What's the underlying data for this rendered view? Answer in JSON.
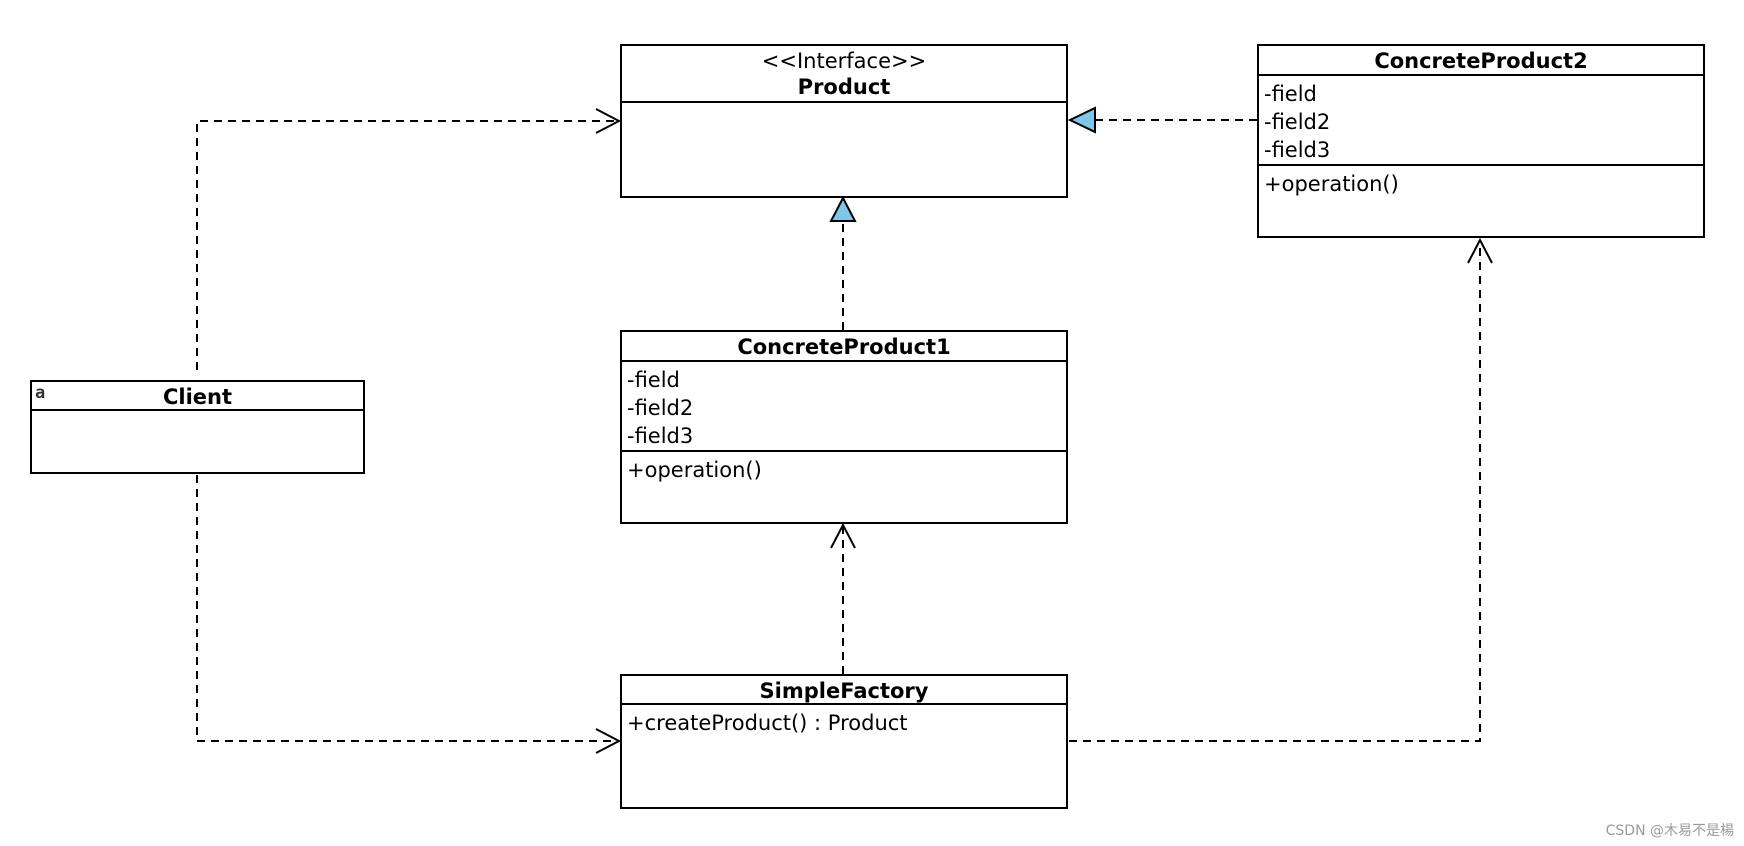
{
  "diagram": {
    "classes": {
      "product": {
        "stereotype": "<<Interface>>",
        "name": "Product"
      },
      "concrete_product_2": {
        "name": "ConcreteProduct2",
        "attributes": [
          "-field",
          "-field2",
          "-field3"
        ],
        "operations": [
          "+operation()"
        ]
      },
      "concrete_product_1": {
        "name": "ConcreteProduct1",
        "attributes": [
          "-field",
          "-field2",
          "-field3"
        ],
        "operations": [
          "+operation()"
        ]
      },
      "client": {
        "icon": "a",
        "name": "Client"
      },
      "simple_factory": {
        "name": "SimpleFactory",
        "operations": [
          "+createProduct() : Product"
        ]
      }
    },
    "relationships": [
      {
        "from": "Client",
        "to": "Product",
        "type": "dependency"
      },
      {
        "from": "Client",
        "to": "SimpleFactory",
        "type": "dependency"
      },
      {
        "from": "ConcreteProduct2",
        "to": "Product",
        "type": "realization"
      },
      {
        "from": "ConcreteProduct1",
        "to": "Product",
        "type": "realization"
      },
      {
        "from": "SimpleFactory",
        "to": "ConcreteProduct1",
        "type": "dependency"
      },
      {
        "from": "SimpleFactory",
        "to": "ConcreteProduct2",
        "type": "dependency"
      }
    ],
    "colors": {
      "realization_arrow_fill": "#7fc6e8",
      "line": "#000000"
    }
  },
  "watermark": "CSDN @木易不是楊"
}
